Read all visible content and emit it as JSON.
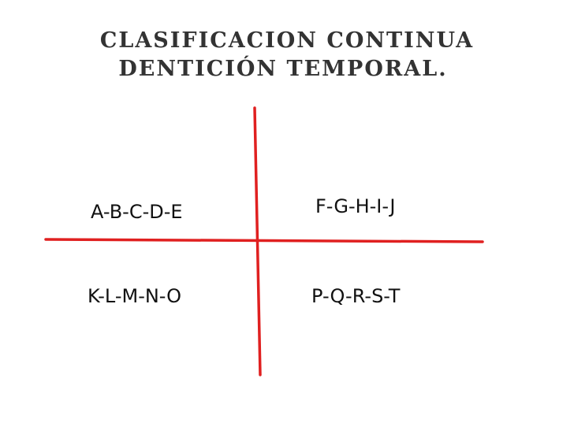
{
  "title": {
    "line1": "CLASIFICACION CONTINUA",
    "line2": "DENTICIÓN TEMPORAL."
  },
  "quadrants": {
    "upper_right": "F-G-H-I-J",
    "upper_left": "A-B-C-D-E",
    "lower_left": "K-L-M-N-O",
    "lower_right": "P-Q-R-S-T"
  },
  "colors": {
    "cross_lines": "#e02020",
    "title_text": "#333333",
    "label_text": "#111111"
  }
}
